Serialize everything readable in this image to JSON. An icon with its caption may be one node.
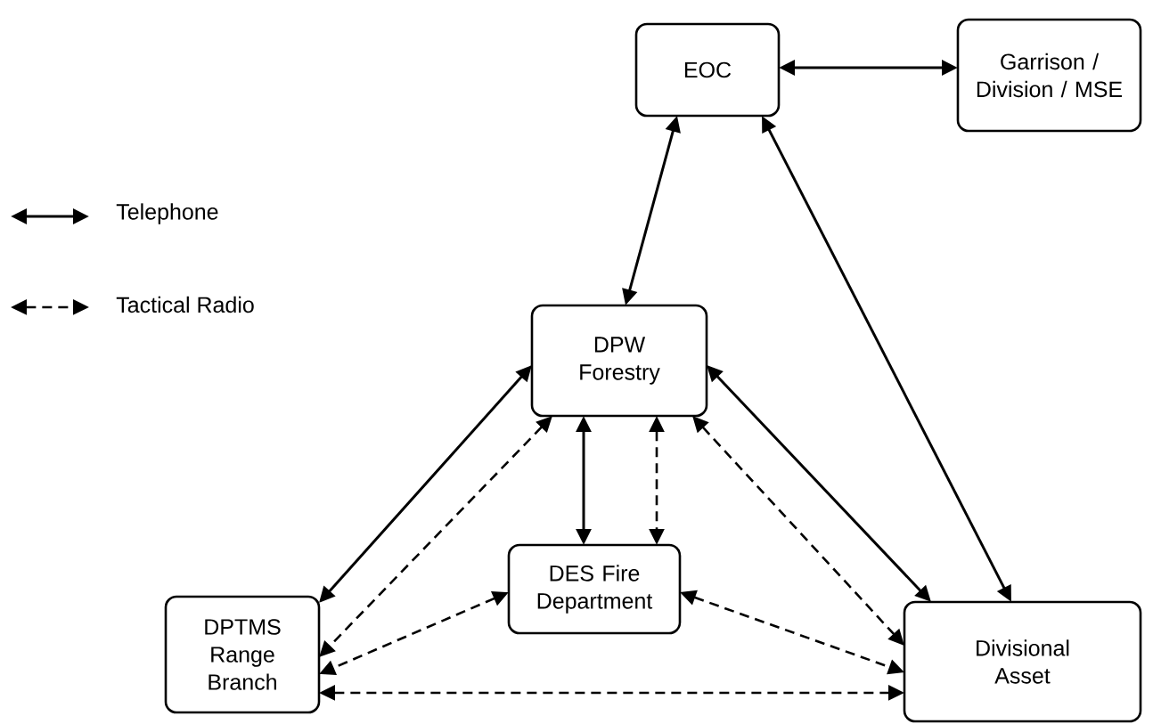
{
  "diagram": {
    "nodes": [
      {
        "text": [
          "EOC"
        ]
      },
      {
        "text": [
          "Garrison / Division / MSE"
        ]
      },
      {
        "text": [
          "DPW Forestry"
        ]
      },
      {
        "text": [
          "DES Fire Department"
        ]
      },
      {
        "text": [
          "DPTMS Range Branch"
        ]
      },
      {
        "text": [
          "Divisional Asset"
        ]
      }
    ],
    "edges": [
      {
        "from": 0,
        "to": 1,
        "arrow": "both"
      },
      {
        "from": 0,
        "to": 2,
        "arrow": "both"
      },
      {
        "from": 0,
        "to": 5,
        "arrow": "both"
      },
      {
        "from": 2,
        "to": 4,
        "arrow": "both"
      },
      {
        "from": 2,
        "to": 4,
        "arrow": "both",
        "style": "dashed"
      },
      {
        "from": 2,
        "to": 3,
        "arrow": "both"
      },
      {
        "from": 2,
        "to": 3,
        "arrow": "both",
        "style": "dashed"
      },
      {
        "from": 2,
        "to": 5,
        "arrow": "both"
      },
      {
        "from": 2,
        "to": 5,
        "arrow": "both",
        "style": "dashed"
      },
      {
        "from": 3,
        "to": 4,
        "arrow": "both",
        "style": "dashed"
      },
      {
        "from": 3,
        "to": 5,
        "arrow": "both",
        "style": "dashed"
      },
      {
        "from": 4,
        "to": 5,
        "arrow": "both",
        "style": "dashed"
      }
    ],
    "legend": [
      {
        "text": "Telephone"
      },
      {
        "text": "Tactical Radio"
      }
    ]
  }
}
